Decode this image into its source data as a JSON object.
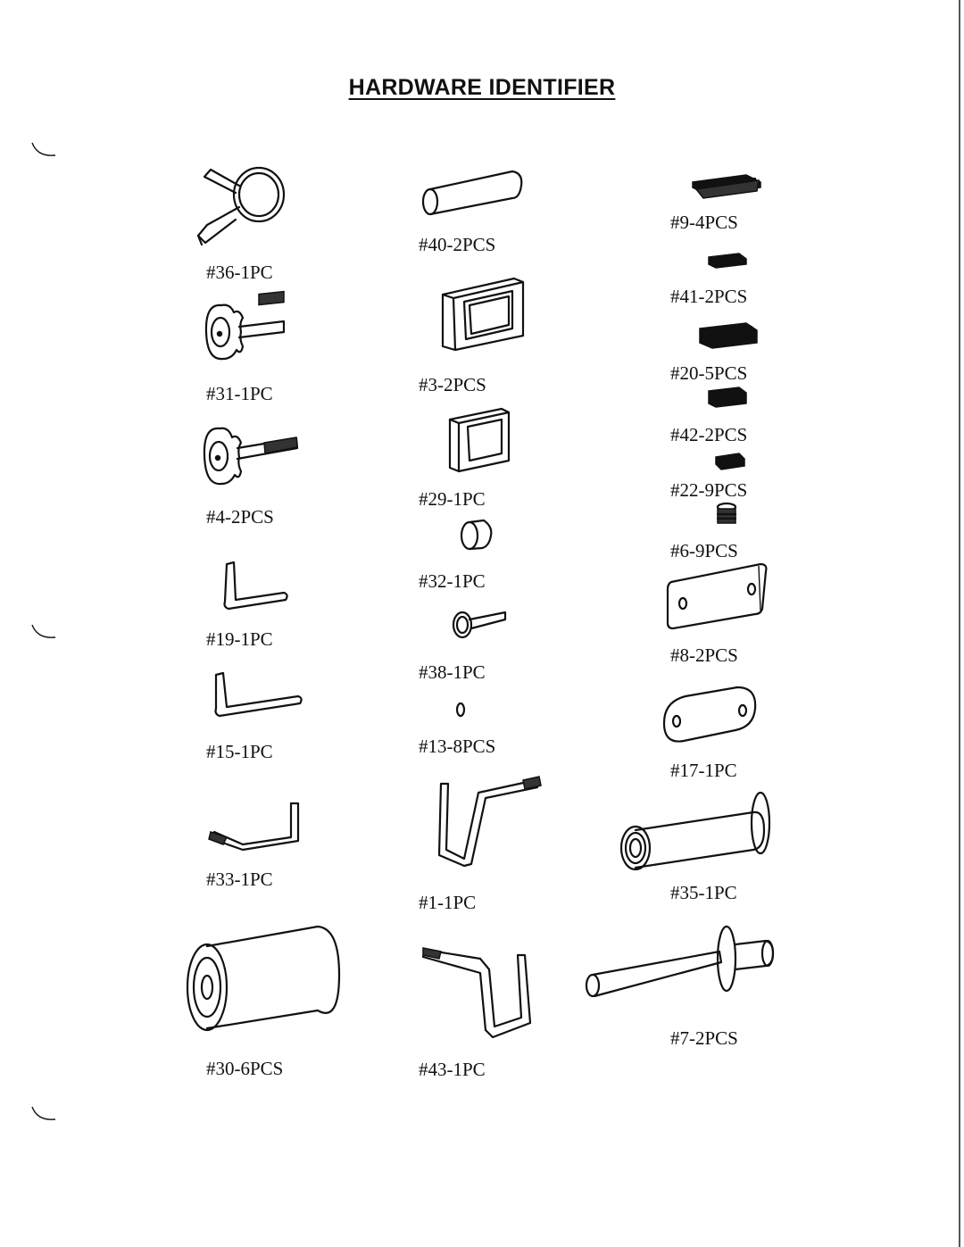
{
  "title": "HARDWARE IDENTIFIER",
  "parts": {
    "p36": "#36-1PC",
    "p31": "#31-1PC",
    "p4": "#4-2PCS",
    "p19": "#19-1PC",
    "p15": "#15-1PC",
    "p33": "#33-1PC",
    "p30": "#30-6PCS",
    "p40": "#40-2PCS",
    "p3": "#3-2PCS",
    "p29": "#29-1PC",
    "p32": "#32-1PC",
    "p38": "#38-1PC",
    "p13": "#13-8PCS",
    "p1": "#1-1PC",
    "p43": "#43-1PC",
    "p9": "#9-4PCS",
    "p41": "#41-2PCS",
    "p20": "#20-5PCS",
    "p42": "#42-2PCS",
    "p22": "#22-9PCS",
    "p6": "#6-9PCS",
    "p8": "#8-2PCS",
    "p17": "#17-1PC",
    "p35": "#35-1PC",
    "p7": "#7-2PCS"
  }
}
